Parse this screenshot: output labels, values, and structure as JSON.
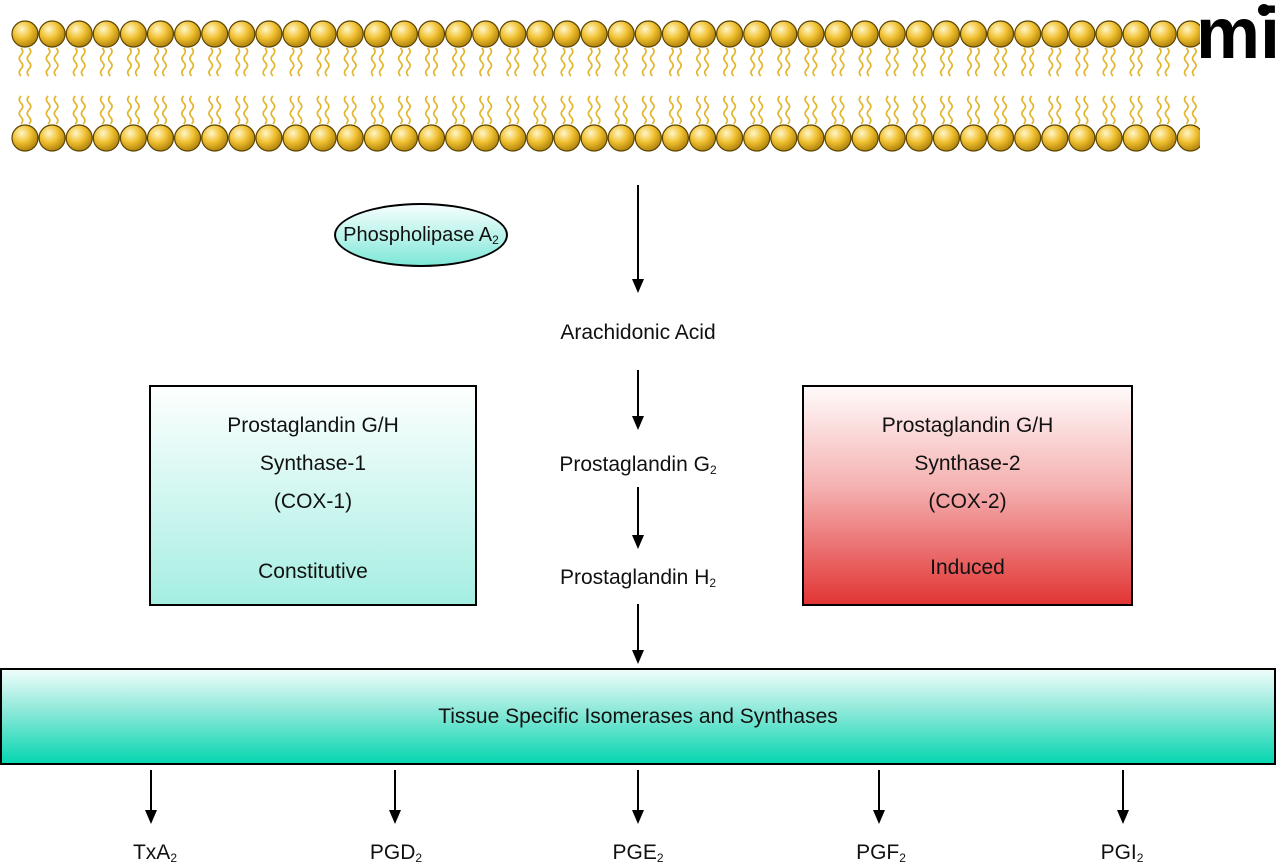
{
  "enzyme": {
    "base": "Phospholipase A",
    "sub": "2"
  },
  "path": {
    "arachidonic": "Arachidonic Acid",
    "pgg": {
      "base": "Prostaglandin G",
      "sub": "2"
    },
    "pgh": {
      "base": "Prostaglandin H",
      "sub": "2"
    }
  },
  "cox1": {
    "line1": "Prostaglandin G/H",
    "line2": "Synthase-1",
    "line3": "(COX-1)",
    "line4": "Constitutive"
  },
  "cox2": {
    "line1": "Prostaglandin G/H",
    "line2": "Synthase-2",
    "line3": "(COX-2)",
    "line4": "Induced"
  },
  "tissue": "Tissue Specific Isomerases and Synthases",
  "products": [
    {
      "base": "TxA",
      "sub": "2"
    },
    {
      "base": "PGD",
      "sub": "2"
    },
    {
      "base": "PGE",
      "sub": "2"
    },
    {
      "base": "PGF",
      "sub": "2"
    },
    {
      "base": "PGI",
      "sub": "2"
    }
  ],
  "logo": {
    "text": "mi"
  },
  "colors": {
    "lipid_head": "#f0c030",
    "lipid_tail": "#e2b52a",
    "cox1_fill": "#a5eee2",
    "cox2_fill": "#e23535",
    "tissue_fill": "#06d6b0",
    "enzyme_fill": "#b6f2ea"
  }
}
